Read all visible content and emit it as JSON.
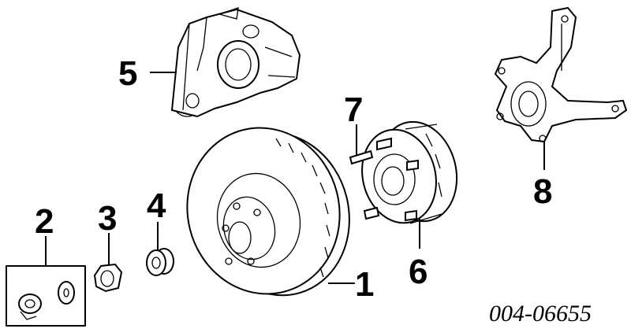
{
  "callouts": {
    "c1": "1",
    "c2": "2",
    "c3": "3",
    "c4": "4",
    "c5": "5",
    "c6": "6",
    "c7": "7",
    "c8": "8"
  },
  "reference_number": "004-06655",
  "colors": {
    "ink": "#000000",
    "background": "#ffffff"
  }
}
